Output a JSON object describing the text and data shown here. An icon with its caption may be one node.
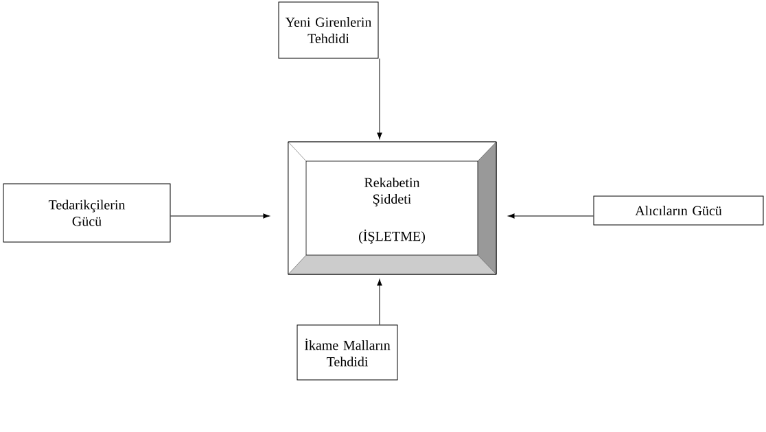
{
  "diagram": {
    "nodes": [
      {
        "text": [
          "Yeni Girenlerin Tehdidi"
        ]
      },
      {
        "text": [
          "Tedarikçilerin Gücü"
        ]
      },
      {
        "text": [
          "Rekabetin Şiddeti",
          "(İŞLETME)"
        ]
      },
      {
        "text": [
          "Alıcıların Gücü"
        ]
      },
      {
        "text": [
          "İkame Malların Tehdidi"
        ]
      }
    ],
    "edges": [
      {
        "from": 0,
        "to": 2,
        "arrow": "to"
      },
      {
        "from": 1,
        "to": 2,
        "arrow": "to"
      },
      {
        "from": 3,
        "to": 2,
        "arrow": "to"
      },
      {
        "from": 4,
        "to": 2,
        "arrow": "to"
      }
    ]
  }
}
